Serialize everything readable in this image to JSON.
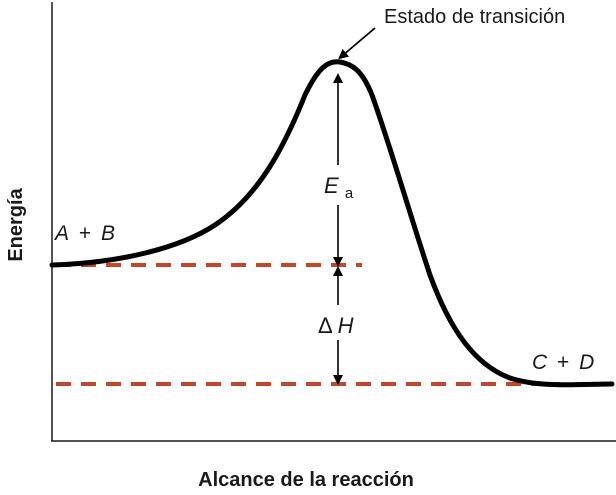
{
  "diagram": {
    "ylabel": "Energía",
    "xlabel": "Alcance de la reacción",
    "transition_state_label": "Estado de transición",
    "reactants": {
      "a": "A",
      "plus": "+",
      "b": "B"
    },
    "products": {
      "c": "C",
      "plus": "+",
      "d": "D"
    },
    "activation_energy": {
      "symbol": "E",
      "subscript": "a"
    },
    "enthalpy_change": {
      "delta": "Δ",
      "symbol": "H"
    },
    "colors": {
      "curve": "#000000",
      "axes": "#1a1a1a",
      "dashed_levels": "#c0472b",
      "text": "#1a1a1a"
    }
  }
}
